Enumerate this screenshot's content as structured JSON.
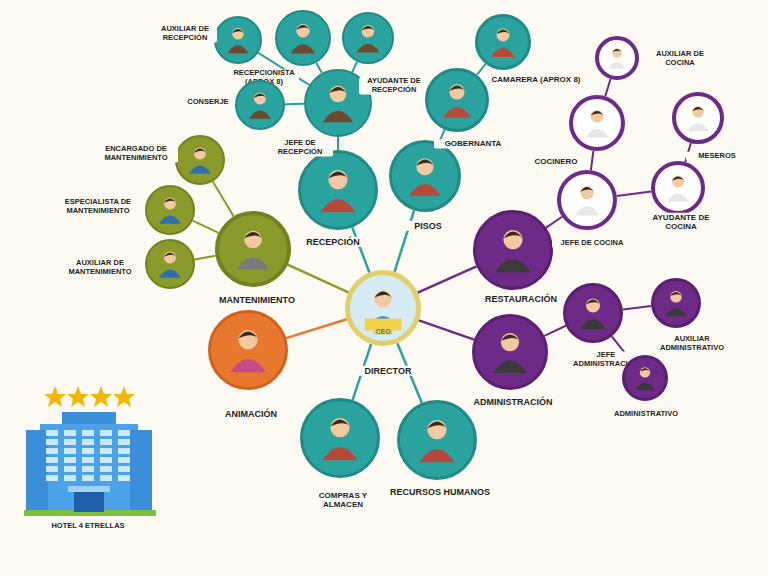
{
  "diagram": {
    "nodes": [
      {
        "text": [
          "DIRECTOR"
        ]
      },
      {
        "text": [
          "RECEPCIÓN"
        ]
      },
      {
        "text": [
          "JEFE DE RECEPCIÓN"
        ]
      },
      {
        "text": [
          "AUXILIAR DE RECEPCIÓN"
        ]
      },
      {
        "text": [
          "RECEPCIONISTA (APROX 8)"
        ]
      },
      {
        "text": [
          "AYUDANTE DE RECEPCIÓN"
        ]
      },
      {
        "text": [
          "CONSERJE"
        ]
      },
      {
        "text": [
          "PISOS"
        ]
      },
      {
        "text": [
          "GOBERNANTA"
        ]
      },
      {
        "text": [
          "CAMARERA (APROX 8)"
        ]
      },
      {
        "text": [
          "RESTAURACIÓN"
        ]
      },
      {
        "text": [
          "JEFE DE COCINA"
        ]
      },
      {
        "text": [
          "COCINERO"
        ]
      },
      {
        "text": [
          "AUXILIAR DE COCINA"
        ]
      },
      {
        "text": [
          "MESEROS"
        ]
      },
      {
        "text": [
          "AYUDANTE DE COCINA"
        ]
      },
      {
        "text": [
          "ADMINISTRACIÓN"
        ]
      },
      {
        "text": [
          "JEFE ADMINISTRACION"
        ]
      },
      {
        "text": [
          "AUXILIAR ADMINISTRATIVO"
        ]
      },
      {
        "text": [
          "ADMINISTRATIVO"
        ]
      },
      {
        "text": [
          "RECURSOS HUMANOS"
        ]
      },
      {
        "text": [
          "COMPRAS Y ALMACEN"
        ]
      },
      {
        "text": [
          "ANIMACIÓN"
        ]
      },
      {
        "text": [
          "MANTENIMIENTO"
        ]
      },
      {
        "text": [
          "ENCARGADO DE MANTENIMIENTO"
        ]
      },
      {
        "text": [
          "ESPECIALISTA DE MANTENIMIENTO"
        ]
      },
      {
        "text": [
          "AUXILIAR DE MANTENIMIENTO"
        ]
      }
    ],
    "edges": [
      {
        "from": 0,
        "to": 1,
        "arrow": "none"
      },
      {
        "from": 0,
        "to": 7,
        "arrow": "none"
      },
      {
        "from": 0,
        "to": 10,
        "arrow": "none"
      },
      {
        "from": 0,
        "to": 16,
        "arrow": "none"
      },
      {
        "from": 0,
        "to": 20,
        "arrow": "none"
      },
      {
        "from": 0,
        "to": 21,
        "arrow": "none"
      },
      {
        "from": 0,
        "to": 22,
        "arrow": "none"
      },
      {
        "from": 0,
        "to": 23,
        "arrow": "none"
      },
      {
        "from": 1,
        "to": 2,
        "arrow": "none"
      },
      {
        "from": 2,
        "to": 3,
        "arrow": "none"
      },
      {
        "from": 2,
        "to": 4,
        "arrow": "none"
      },
      {
        "from": 2,
        "to": 5,
        "arrow": "none"
      },
      {
        "from": 2,
        "to": 6,
        "arrow": "none"
      },
      {
        "from": 7,
        "to": 8,
        "arrow": "none"
      },
      {
        "from": 8,
        "to": 9,
        "arrow": "none"
      },
      {
        "from": 10,
        "to": 11,
        "arrow": "none"
      },
      {
        "from": 11,
        "to": 12,
        "arrow": "none"
      },
      {
        "from": 11,
        "to": 15,
        "arrow": "none"
      },
      {
        "from": 12,
        "to": 13,
        "arrow": "none"
      },
      {
        "from": 15,
        "to": 14,
        "arrow": "none"
      },
      {
        "from": 16,
        "to": 17,
        "arrow": "none"
      },
      {
        "from": 17,
        "to": 18,
        "arrow": "none"
      },
      {
        "from": 17,
        "to": 19,
        "arrow": "none"
      },
      {
        "from": 23,
        "to": 24,
        "arrow": "none"
      },
      {
        "from": 23,
        "to": 25,
        "arrow": "none"
      },
      {
        "from": 23,
        "to": 26,
        "arrow": "none"
      }
    ],
    "labels": [
      "CEO",
      "HOTEL 4 ETRELLAS"
    ]
  }
}
